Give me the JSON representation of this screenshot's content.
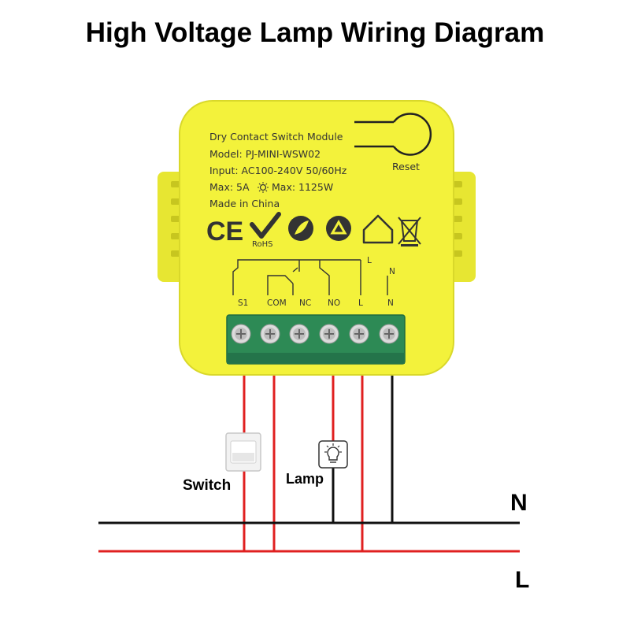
{
  "title": "High Voltage Lamp Wiring Diagram",
  "module": {
    "lines": [
      "Dry Contact Switch Module",
      "Model:  PJ-MINI-WSW02",
      "Input:  AC100-240V 50/60Hz",
      "Max: 5A",
      "Max: 1125W",
      "Made in China"
    ],
    "reset_label": "Reset",
    "rohs_label": "RoHS",
    "terminals": [
      "S1",
      "COM",
      "NC",
      "NO",
      "L",
      "N"
    ],
    "l_marker": "L",
    "n_marker": "N",
    "ce_mark": "CE"
  },
  "labels": {
    "switch": "Switch",
    "lamp": "Lamp",
    "n_line": "N",
    "l_line": "L"
  },
  "colors": {
    "module_body": "#f3f23b",
    "module_edge": "#d9d82a",
    "terminal_block": "#2d8a55",
    "wire_red": "#e02020",
    "wire_black": "#111111"
  }
}
